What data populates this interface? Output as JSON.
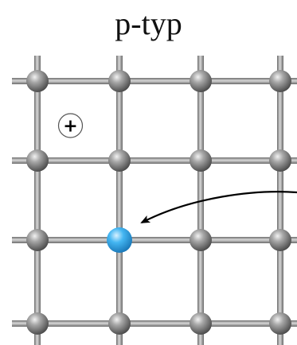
{
  "title": "p-typ",
  "hole_symbol": "+",
  "lattice": {
    "rows": 4,
    "cols": 4,
    "atom_color": "#9a9a9a",
    "bond_color": "#8a8a8a",
    "acceptor": {
      "row": 2,
      "col": 1,
      "color": "#39a8ec"
    }
  },
  "hole": {
    "row": 0,
    "col": 0
  },
  "electron_arrow": {
    "from": "right-edge",
    "to": {
      "row": 2,
      "col": 1
    }
  }
}
